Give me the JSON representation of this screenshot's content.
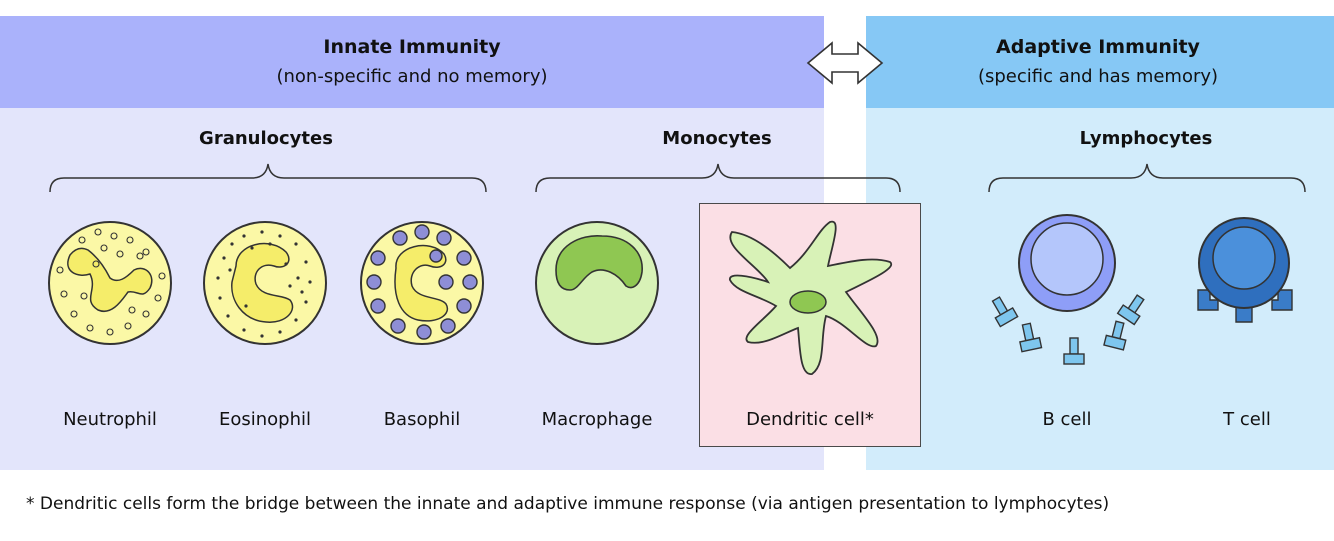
{
  "innate": {
    "title": "Innate Immunity",
    "subtitle": "(non-specific and no memory)",
    "header_color": "#aab2fb",
    "panel_color": "#e3e5fb"
  },
  "adaptive": {
    "title": "Adaptive Immunity",
    "subtitle": "(specific and has memory)",
    "header_color": "#86c8f5",
    "panel_color": "#d2ecfb"
  },
  "groups": {
    "granulocytes": "Granulocytes",
    "monocytes": "Monocytes",
    "lymphocytes": "Lymphocytes"
  },
  "cells": {
    "neutrophil": "Neutrophil",
    "eosinophil": "Eosinophil",
    "basophil": "Basophil",
    "macrophage": "Macrophage",
    "dendritic": "Dendritic cell*",
    "b_cell": "B cell",
    "t_cell": "T cell"
  },
  "footnote": "* Dendritic cells form the bridge between the innate and adaptive immune response (via antigen presentation to lymphocytes)"
}
